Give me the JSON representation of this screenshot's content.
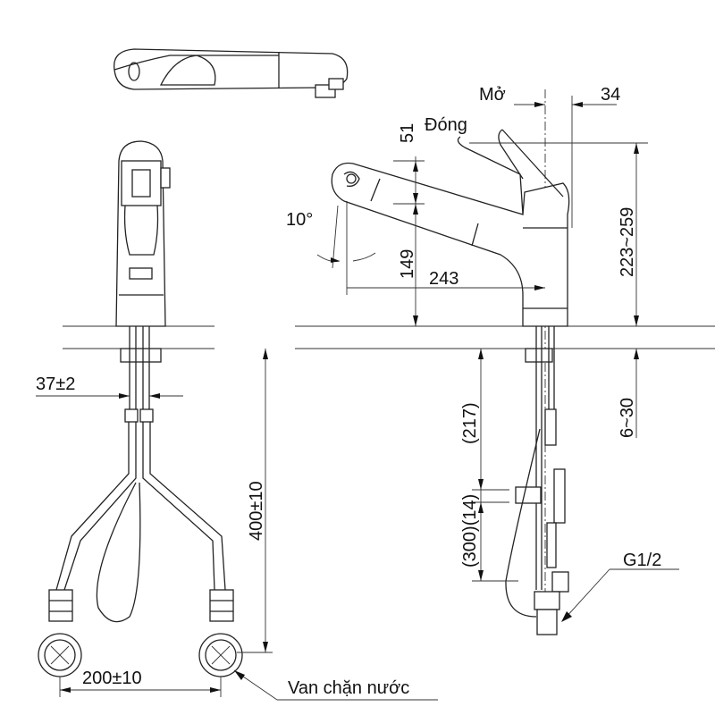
{
  "labels": {
    "open": "Mở",
    "closed": "Đóng",
    "lever_offset": "34",
    "spout_head_height": "51",
    "spout_height": "149",
    "spout_angle": "10°",
    "spout_reach": "243",
    "total_height": "223~259",
    "deck_thickness": "6~30",
    "hose_spacing": "37±2",
    "hose_length": "400±10",
    "upper_length": "(217)",
    "lower_length": "(300)(14)",
    "thread_size": "G1/2",
    "valve_spacing": "200±10",
    "valve_name": "Van chặn nước"
  },
  "colors": {
    "line": "#222222",
    "background": "#ffffff"
  }
}
